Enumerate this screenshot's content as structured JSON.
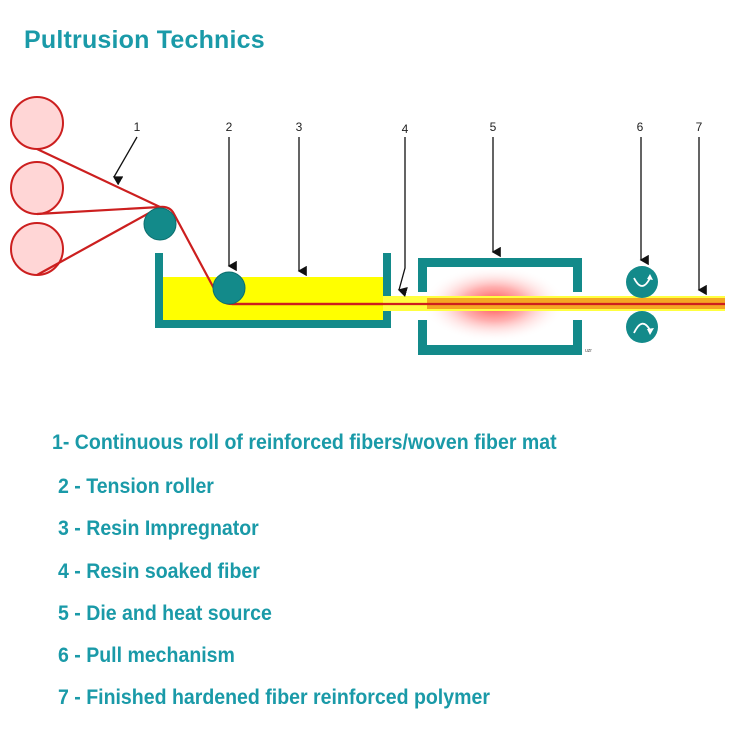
{
  "title": "Pultrusion Technics",
  "callouts": [
    "1",
    "2",
    "3",
    "4",
    "5",
    "6",
    "7"
  ],
  "legend": [
    "1- Continuous roll of reinforced fibers/woven fiber mat",
    "2 - Tension roller",
    "3 - Resin Impregnator",
    "4 - Resin soaked fiber",
    "5 - Die and heat source",
    "6 - Pull mechanism",
    "7 - Finished hardened fiber reinforced polymer"
  ],
  "watermark": "uzr",
  "colors": {
    "teal": "#138a8a",
    "text_teal": "#1a9aa8",
    "resin_yellow": "#ffff00",
    "fiber_red": "#d42020",
    "spool_fill": "#ffd6d6",
    "product_orange": "#f5a623"
  }
}
